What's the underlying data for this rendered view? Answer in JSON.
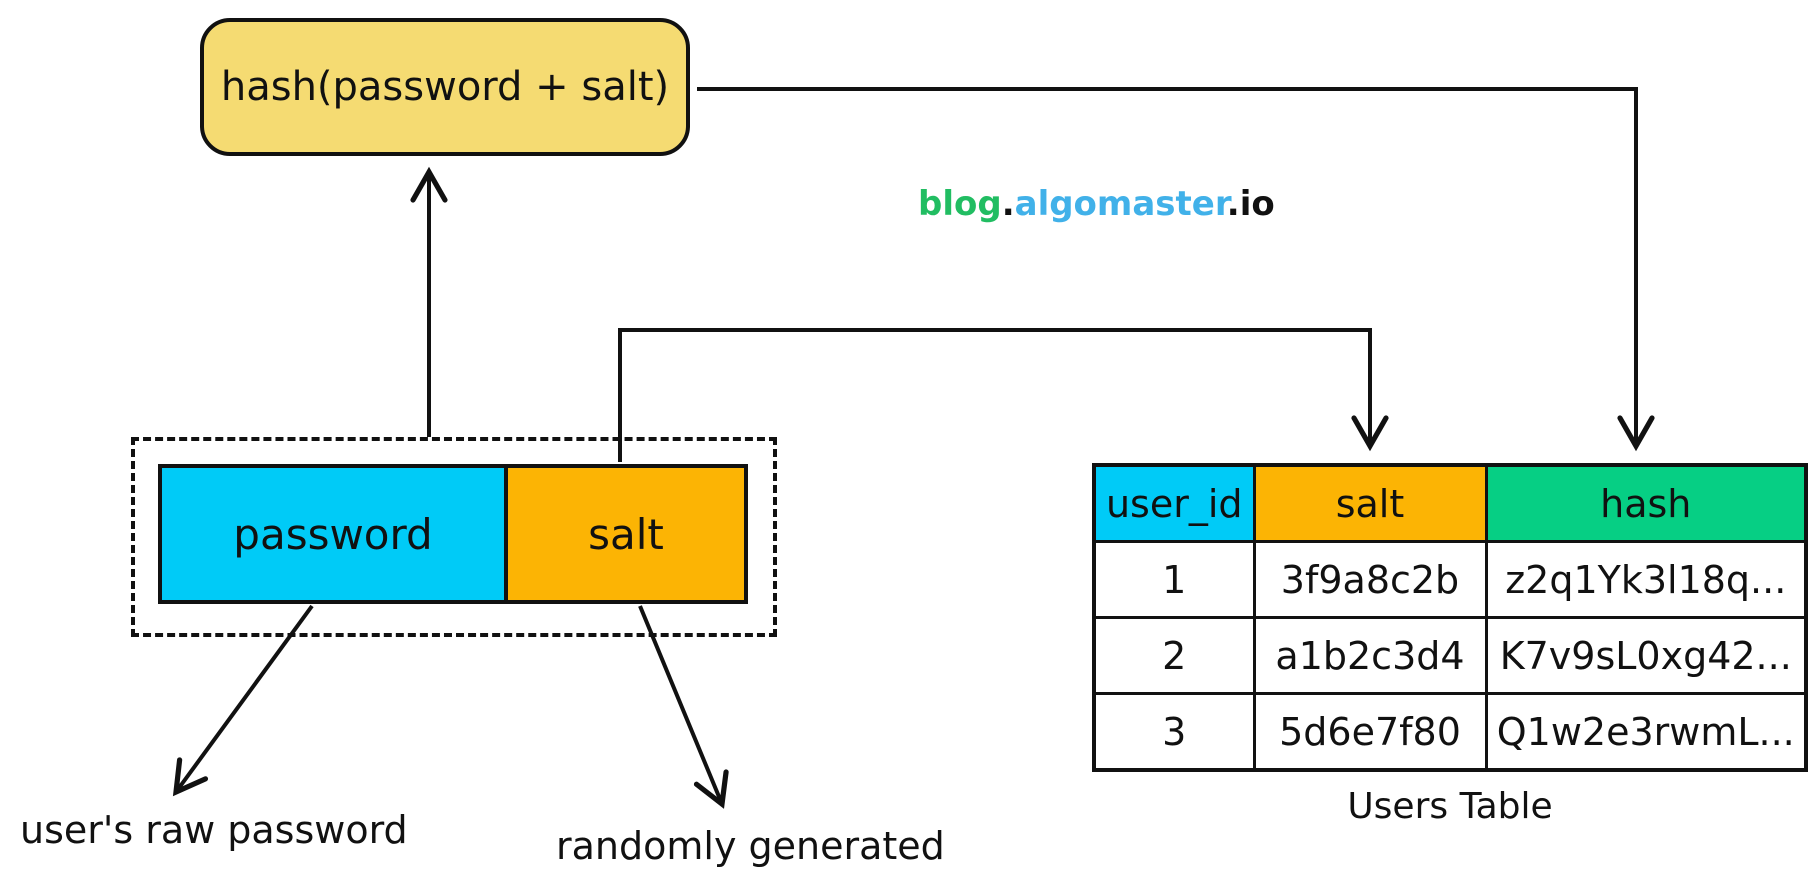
{
  "branding": {
    "segments": [
      {
        "text": "blog",
        "color": "#21bd62"
      },
      {
        "text": ".",
        "color": "#111111"
      },
      {
        "text": "algomaster",
        "color": "#41b1e9"
      },
      {
        "text": ".",
        "color": "#111111"
      },
      {
        "text": "io",
        "color": "#111111"
      }
    ]
  },
  "hash_box": {
    "label": "hash(password + salt)",
    "fill": "#f5db72"
  },
  "inputs": {
    "password": {
      "label": "password",
      "fill": "#00cbf7"
    },
    "salt": {
      "label": "salt",
      "fill": "#fcb404"
    }
  },
  "notes": {
    "password": "user's raw password",
    "salt": "randomly generated"
  },
  "users_table": {
    "caption": "Users Table",
    "columns": [
      {
        "name": "user_id",
        "fill": "#00cbf7"
      },
      {
        "name": "salt",
        "fill": "#fcb404"
      },
      {
        "name": "hash",
        "fill": "#06cf84"
      }
    ],
    "rows": [
      [
        "1",
        "3f9a8c2b",
        "z2q1Yk3l18q..."
      ],
      [
        "2",
        "a1b2c3d4",
        "K7v9sL0xg42..."
      ],
      [
        "3",
        "5d6e7f80",
        "Q1w2e3rwmL..."
      ]
    ]
  },
  "stroke_color": "#111111"
}
